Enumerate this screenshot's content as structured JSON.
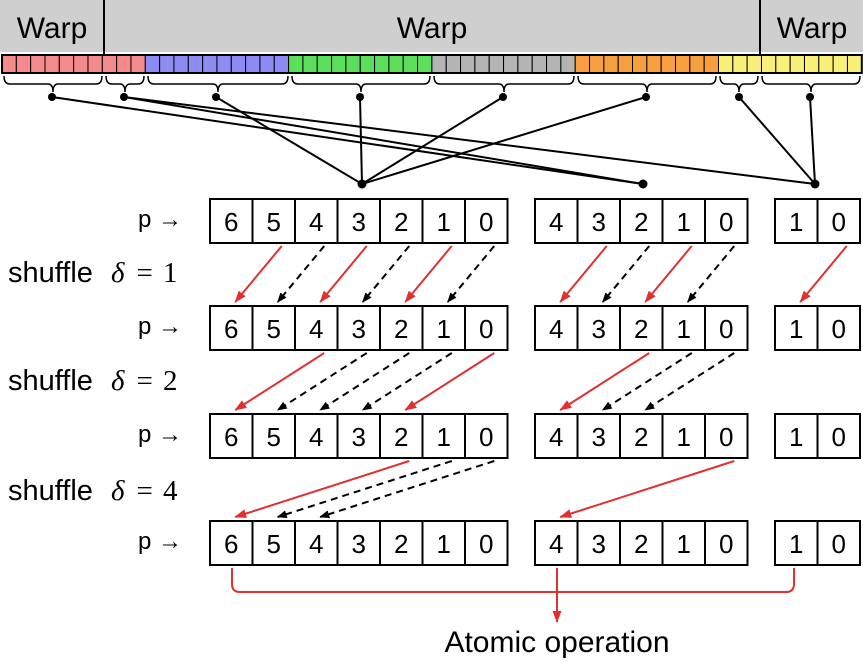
{
  "warps": [
    {
      "label": "Warp"
    },
    {
      "label": "Warp"
    },
    {
      "label": "Warp"
    }
  ],
  "thread_colors": [
    "#f48a8c",
    "#8c8cf4",
    "#5ce05c",
    "#b4b4b4",
    "#f8a040",
    "#f8f078"
  ],
  "arrow_color": "#e03030",
  "groups": [
    {
      "cells": [
        "6",
        "5",
        "4",
        "3",
        "2",
        "1",
        "0"
      ]
    },
    {
      "cells": [
        "4",
        "3",
        "2",
        "1",
        "0"
      ]
    },
    {
      "cells": [
        "1",
        "0"
      ]
    }
  ],
  "row_prefix": "p",
  "row_arrow": "→",
  "shuffle_word": "shuffle",
  "delta_symbol": "δ",
  "equals_sign": "=",
  "shuffle_steps": [
    {
      "delta": "1"
    },
    {
      "delta": "2"
    },
    {
      "delta": "4"
    }
  ],
  "atomic_label": "Atomic operation"
}
